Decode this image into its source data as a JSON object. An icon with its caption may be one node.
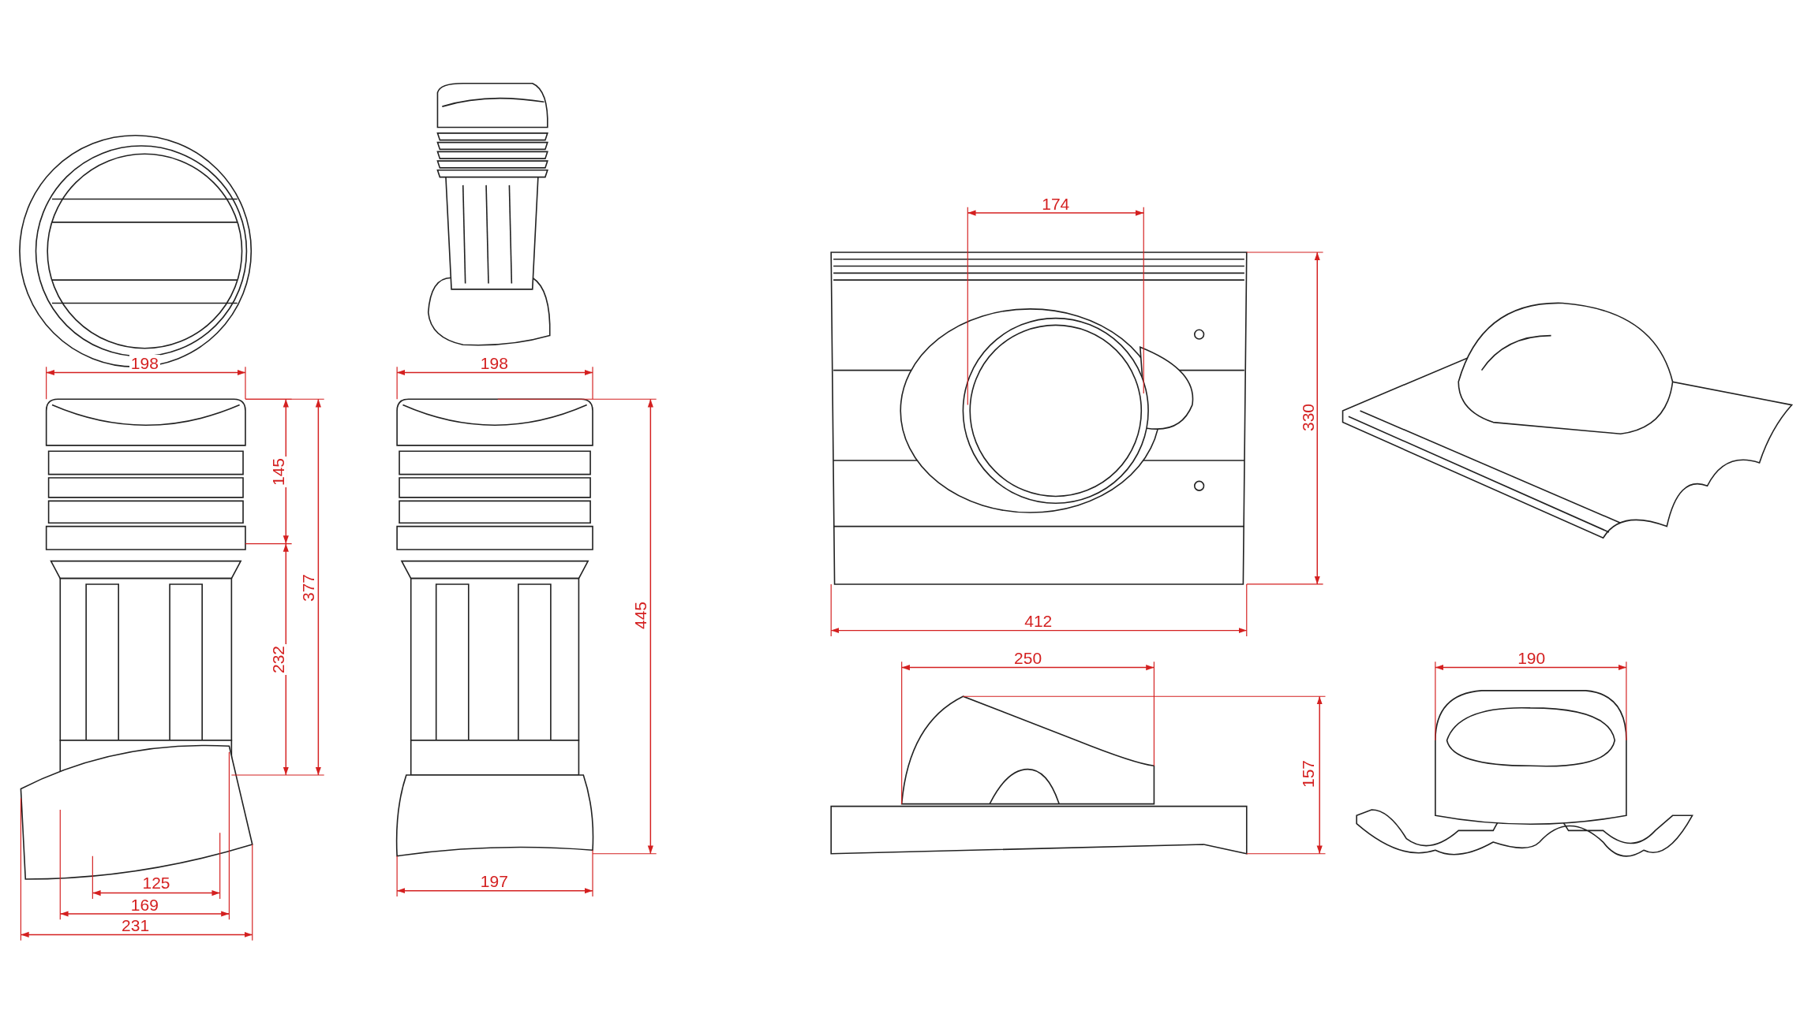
{
  "diagram": {
    "labels": [
      "198",
      "145",
      "377",
      "232",
      "125",
      "169",
      "231",
      "198",
      "445",
      "197",
      "174",
      "330",
      "412",
      "250",
      "157",
      "190"
    ]
  }
}
